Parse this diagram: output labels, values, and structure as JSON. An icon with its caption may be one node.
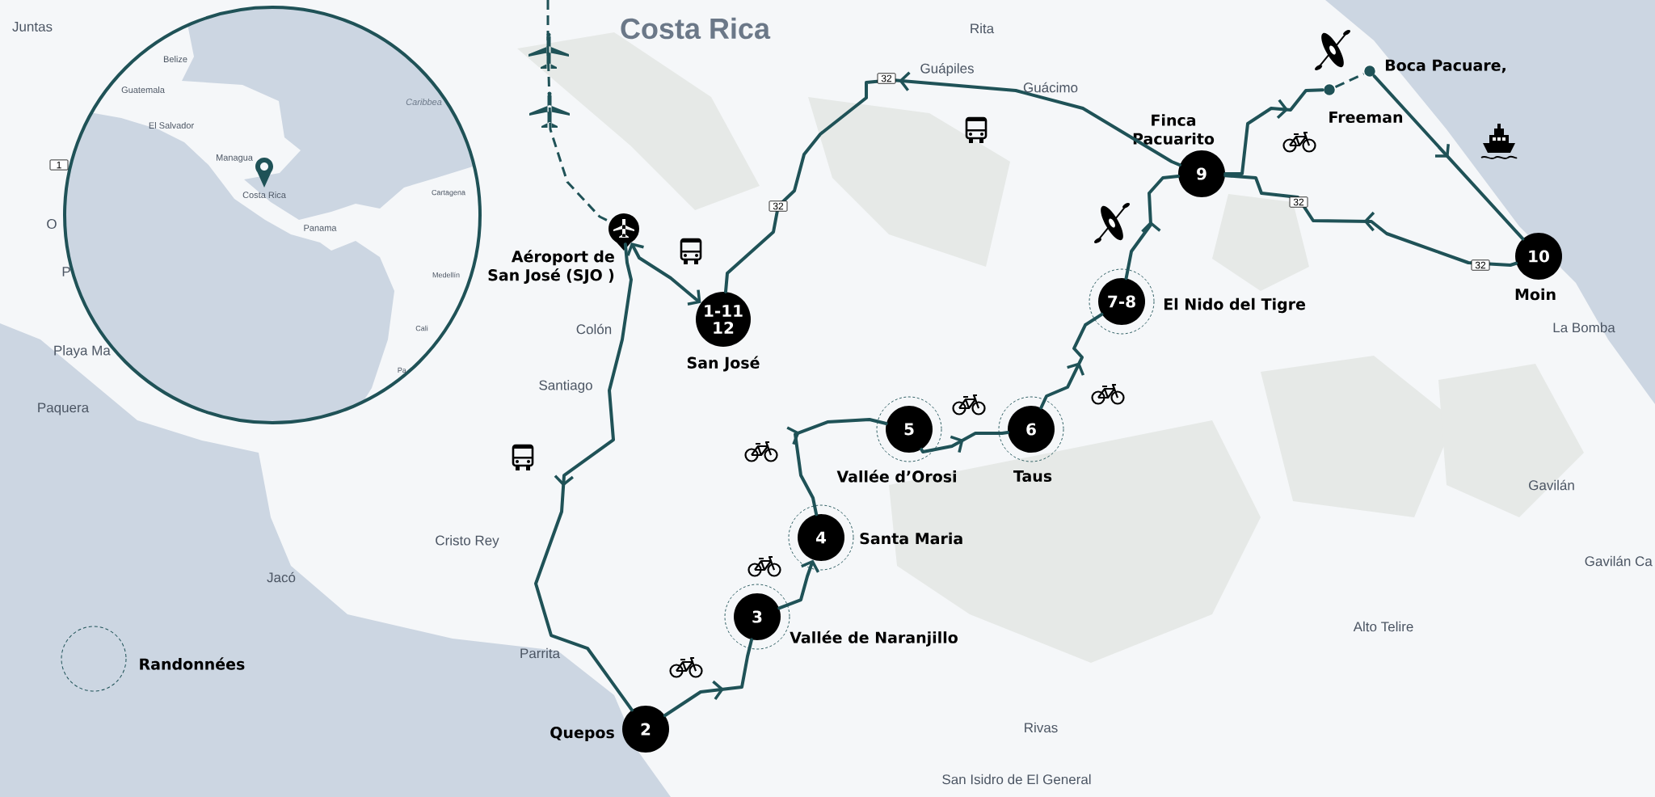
{
  "diagram": {
    "nodes": [
      {
        "text": [],
        "shape": "pin",
        "beside": [
          "Aéroport de San José (SJO )"
        ]
      },
      {
        "text": [
          "1-11 12"
        ],
        "beside": [
          "San José"
        ]
      },
      {
        "text": [
          "2"
        ],
        "beside": [
          "Quepos"
        ]
      },
      {
        "text": [
          "3"
        ],
        "beside": [
          "Vallée de Naranjillo"
        ]
      },
      {
        "text": [
          "4"
        ],
        "beside": [
          "Santa Maria"
        ]
      },
      {
        "text": [
          "5"
        ],
        "beside": [
          "Vallée d’Orosi"
        ]
      },
      {
        "text": [
          "6"
        ],
        "beside": [
          "Taus"
        ]
      },
      {
        "text": [
          "7-8"
        ],
        "beside": [
          "El Nido del Tigre"
        ]
      },
      {
        "text": [
          "9"
        ],
        "beside": [
          "Finca Pacuarito"
        ]
      },
      {
        "text": [],
        "shape": "circle",
        "beside": [
          "Freeman"
        ]
      },
      {
        "text": [],
        "shape": "circle",
        "beside": [
          "Boca Pacuare,"
        ]
      },
      {
        "text": [
          "10"
        ],
        "beside": [
          "Moin"
        ]
      }
    ],
    "edges": [
      {
        "from": null,
        "to": 0,
        "arrow": "none",
        "style": "dashed"
      },
      {
        "from": 0,
        "to": 1,
        "arrow": "both"
      },
      {
        "from": 0,
        "to": 2,
        "arrow": "to"
      },
      {
        "from": 2,
        "to": 3,
        "arrow": "to"
      },
      {
        "from": 3,
        "to": 4,
        "arrow": "to"
      },
      {
        "from": 4,
        "to": 5,
        "arrow": "to"
      },
      {
        "from": 5,
        "to": 6,
        "arrow": "to"
      },
      {
        "from": 6,
        "to": 7,
        "arrow": "to"
      },
      {
        "from": 7,
        "to": 8,
        "arrow": "to"
      },
      {
        "from": 8,
        "to": 9,
        "arrow": "to"
      },
      {
        "from": 9,
        "to": 10,
        "arrow": "none",
        "style": "dashed"
      },
      {
        "from": 10,
        "to": 11,
        "arrow": "to"
      },
      {
        "from": 11,
        "to": 8,
        "arrow": "to"
      },
      {
        "from": 8,
        "to": 1,
        "arrow": "to"
      }
    ],
    "labels": [
      "Costa Rica",
      "Juntas",
      "Rita",
      "Guápiles",
      "Guácimo",
      "32",
      "Belize",
      "Guatemala",
      "Caribbea",
      "El Salvador",
      "1",
      "Managua",
      "Costa Rica",
      "O",
      "Cartagena",
      "Panama",
      "32",
      "32",
      "32",
      "P",
      "Colón",
      "Medellín",
      "Playa Ma",
      "Santiago",
      "Cali",
      "Pa",
      "Paquera",
      "La Bomba",
      "Cristo Rey",
      "Jacó",
      "Gavilán",
      "Gavilán Ca",
      "Alto Telire",
      "Parrita",
      "Rivas",
      "San Isidro de El General"
    ],
    "legend": [
      {
        "text": "Randonnées"
      }
    ]
  }
}
